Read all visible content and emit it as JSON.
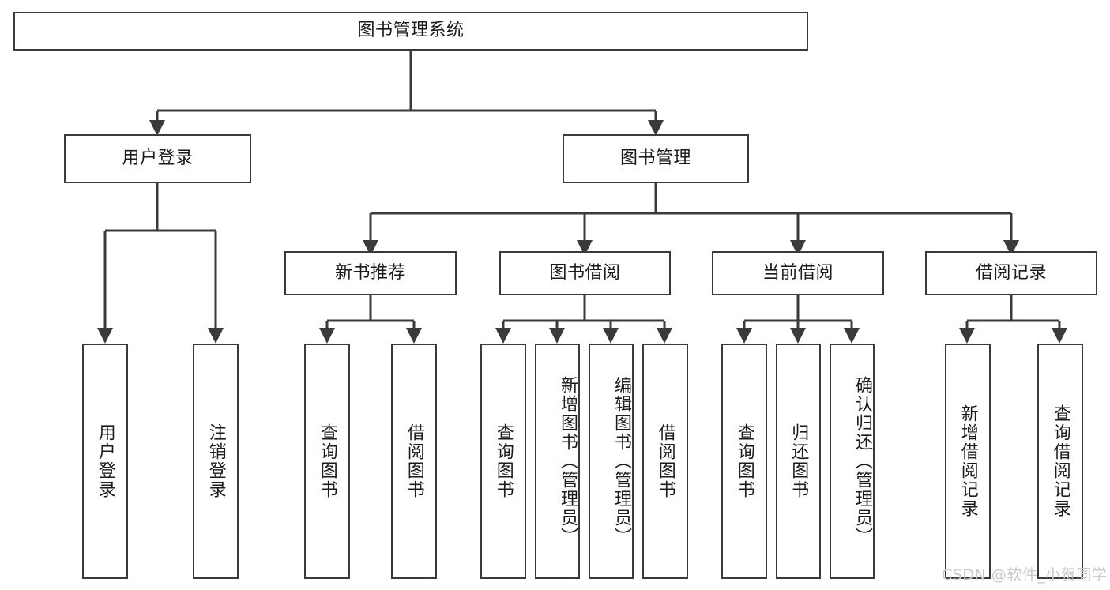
{
  "diagram": {
    "type": "hierarchy-tree",
    "title": "图书管理系统",
    "stroke_color": "#3a3a3a",
    "text_color": "#1b1b1b",
    "background": "#ffffff",
    "nodes": {
      "root": {
        "label": "图书管理系统"
      },
      "level2": [
        {
          "id": "user-login",
          "label": "用户登录"
        },
        {
          "id": "book-management",
          "label": "图书管理"
        }
      ],
      "level3": [
        {
          "id": "new-book-recommend",
          "label": "新书推荐"
        },
        {
          "id": "book-borrow",
          "label": "图书借阅"
        },
        {
          "id": "current-borrow",
          "label": "当前借阅"
        },
        {
          "id": "borrow-record",
          "label": "借阅记录"
        }
      ],
      "leaves": {
        "user_login": [
          {
            "id": "leaf-user-login",
            "label": "用户登录"
          },
          {
            "id": "leaf-logout-login",
            "label": "注销登录"
          }
        ],
        "new_book_recommend": [
          {
            "id": "leaf-query-book-1",
            "label": "查询图书"
          },
          {
            "id": "leaf-borrow-book-1",
            "label": "借阅图书"
          }
        ],
        "book_borrow": [
          {
            "id": "leaf-query-book-2",
            "label": "查询图书"
          },
          {
            "id": "leaf-add-book",
            "label": "新增图书（管理员）"
          },
          {
            "id": "leaf-edit-book",
            "label": "编辑图书（管理员）"
          },
          {
            "id": "leaf-borrow-book-2",
            "label": "借阅图书"
          }
        ],
        "current_borrow": [
          {
            "id": "leaf-query-book-3",
            "label": "查询图书"
          },
          {
            "id": "leaf-return-book",
            "label": "归还图书"
          },
          {
            "id": "leaf-confirm-return",
            "label": "确认归还（管理员）"
          }
        ],
        "borrow_record": [
          {
            "id": "leaf-add-borrow-record",
            "label": "新增借阅记录"
          },
          {
            "id": "leaf-query-borrow-record",
            "label": "查询借阅记录"
          }
        ]
      }
    }
  },
  "watermark": {
    "text": "CSDN @软件_小贺同学",
    "color": "#c9c9c9"
  }
}
